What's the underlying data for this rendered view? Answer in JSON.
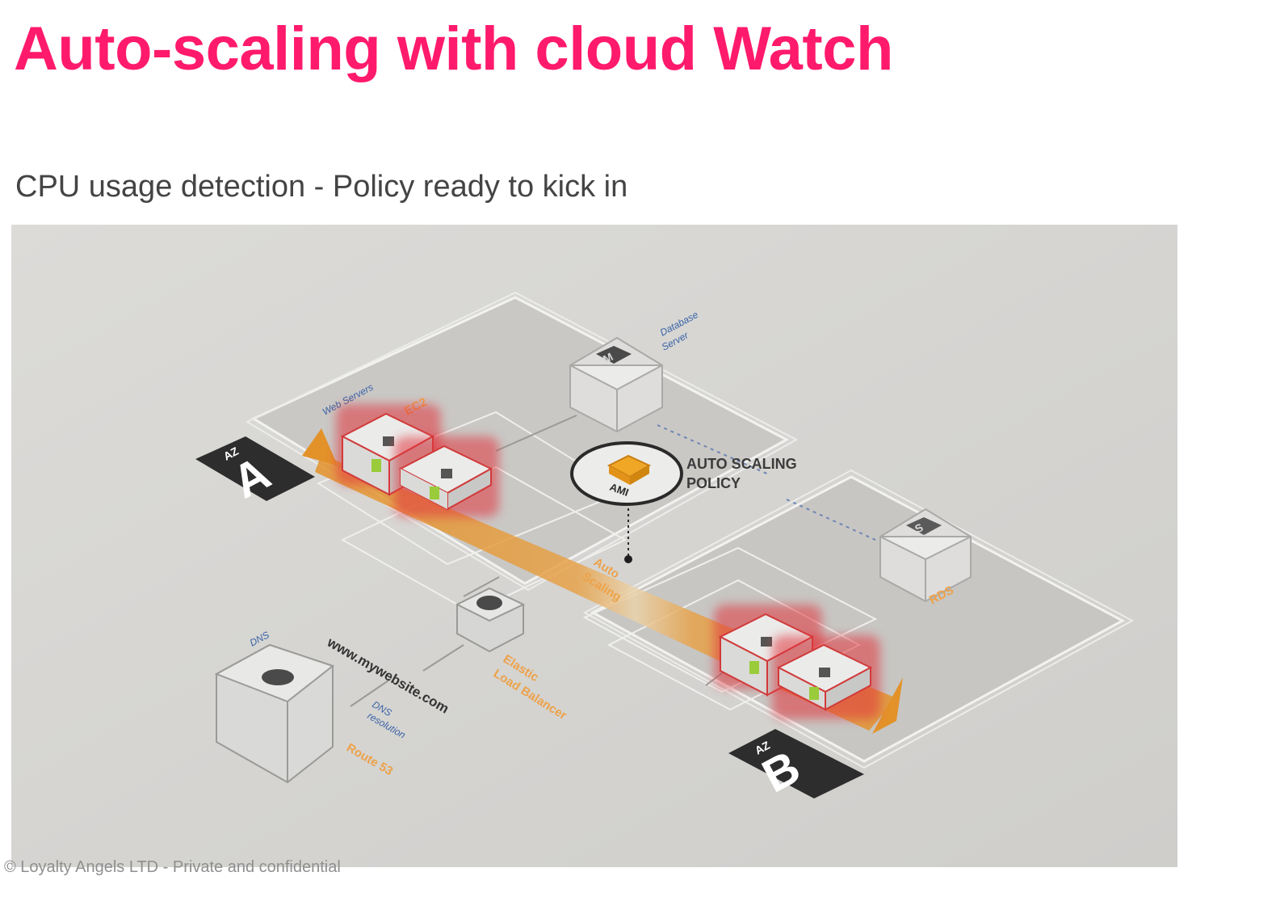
{
  "slide": {
    "title": "Auto-scaling with cloud Watch",
    "subtitle": "CPU usage detection - Policy ready to kick in",
    "footer": "© Loyalty Angels LTD - Private and confidential"
  },
  "diagram": {
    "az_a": {
      "prefix": "AZ",
      "letter": "A"
    },
    "az_b": {
      "prefix": "AZ",
      "letter": "B"
    },
    "web_servers_label": "Web Servers",
    "ec2_label": "EC2",
    "database_label_line1": "Database",
    "database_label_line2": "Server",
    "database_icon_letter": "M",
    "ami_label": "AMI",
    "policy_line1": "AUTO SCALING",
    "policy_line2": "POLICY",
    "auto_scaling_line1": "Auto",
    "auto_scaling_line2": "Scaling",
    "slave_icon_letter": "S",
    "rds_label": "RDS",
    "elb_line1": "Elastic",
    "elb_line2": "Load Balancer",
    "dns_label": "DNS",
    "url": "www.mywebsite.com",
    "dns_resolution_line1": "DNS",
    "dns_resolution_line2": "resolution",
    "route53_label": "Route 53",
    "colors": {
      "accent": "#ff1a6c",
      "orange": "#e89a2a",
      "label_blue": "#3a63a6",
      "instance_glow": "#e2353c"
    }
  }
}
